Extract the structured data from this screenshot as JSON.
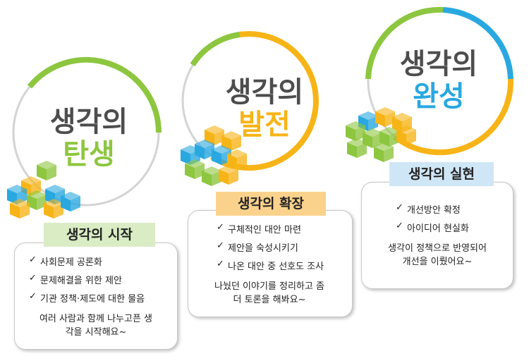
{
  "stages": [
    {
      "title_line1": "생각의",
      "title_line2": "탄생",
      "title_color": "#8dc63f",
      "label": "생각의 시작",
      "label_bg": "#d9ecc4",
      "items": [
        "사회문제 공론화",
        "문제해결을 위한 제안",
        "기관 정책·제도에 대한 물음"
      ],
      "note": "여러 사람과 함께 나누고픈 생각을 시작해요~"
    },
    {
      "title_line1": "생각의",
      "title_line2": "발전",
      "title_color": "#f7b417",
      "label": "생각의 확장",
      "label_bg": "#fbd28c",
      "items": [
        "구체적인 대안 마련",
        "제안을 숙성시키기",
        "나온 대안 중 선호도 조사"
      ],
      "note": "나눴던 이야기를 정리하고 좀 더 토론을 해봐요~"
    },
    {
      "title_line1": "생각의",
      "title_line2": "완성",
      "title_color": "#29a8e0",
      "label": "생각의 실현",
      "label_bg": "#cfe6f6",
      "items": [
        "개선방안 확정",
        "아이디어 현실화"
      ],
      "note": "생각이 정책으로 반영되어 개선을 이뤘어요~"
    }
  ],
  "colors": {
    "green": "#8dc63f",
    "yellow": "#f7b417",
    "blue": "#29a8e0",
    "grey": "#d4d4d4"
  }
}
